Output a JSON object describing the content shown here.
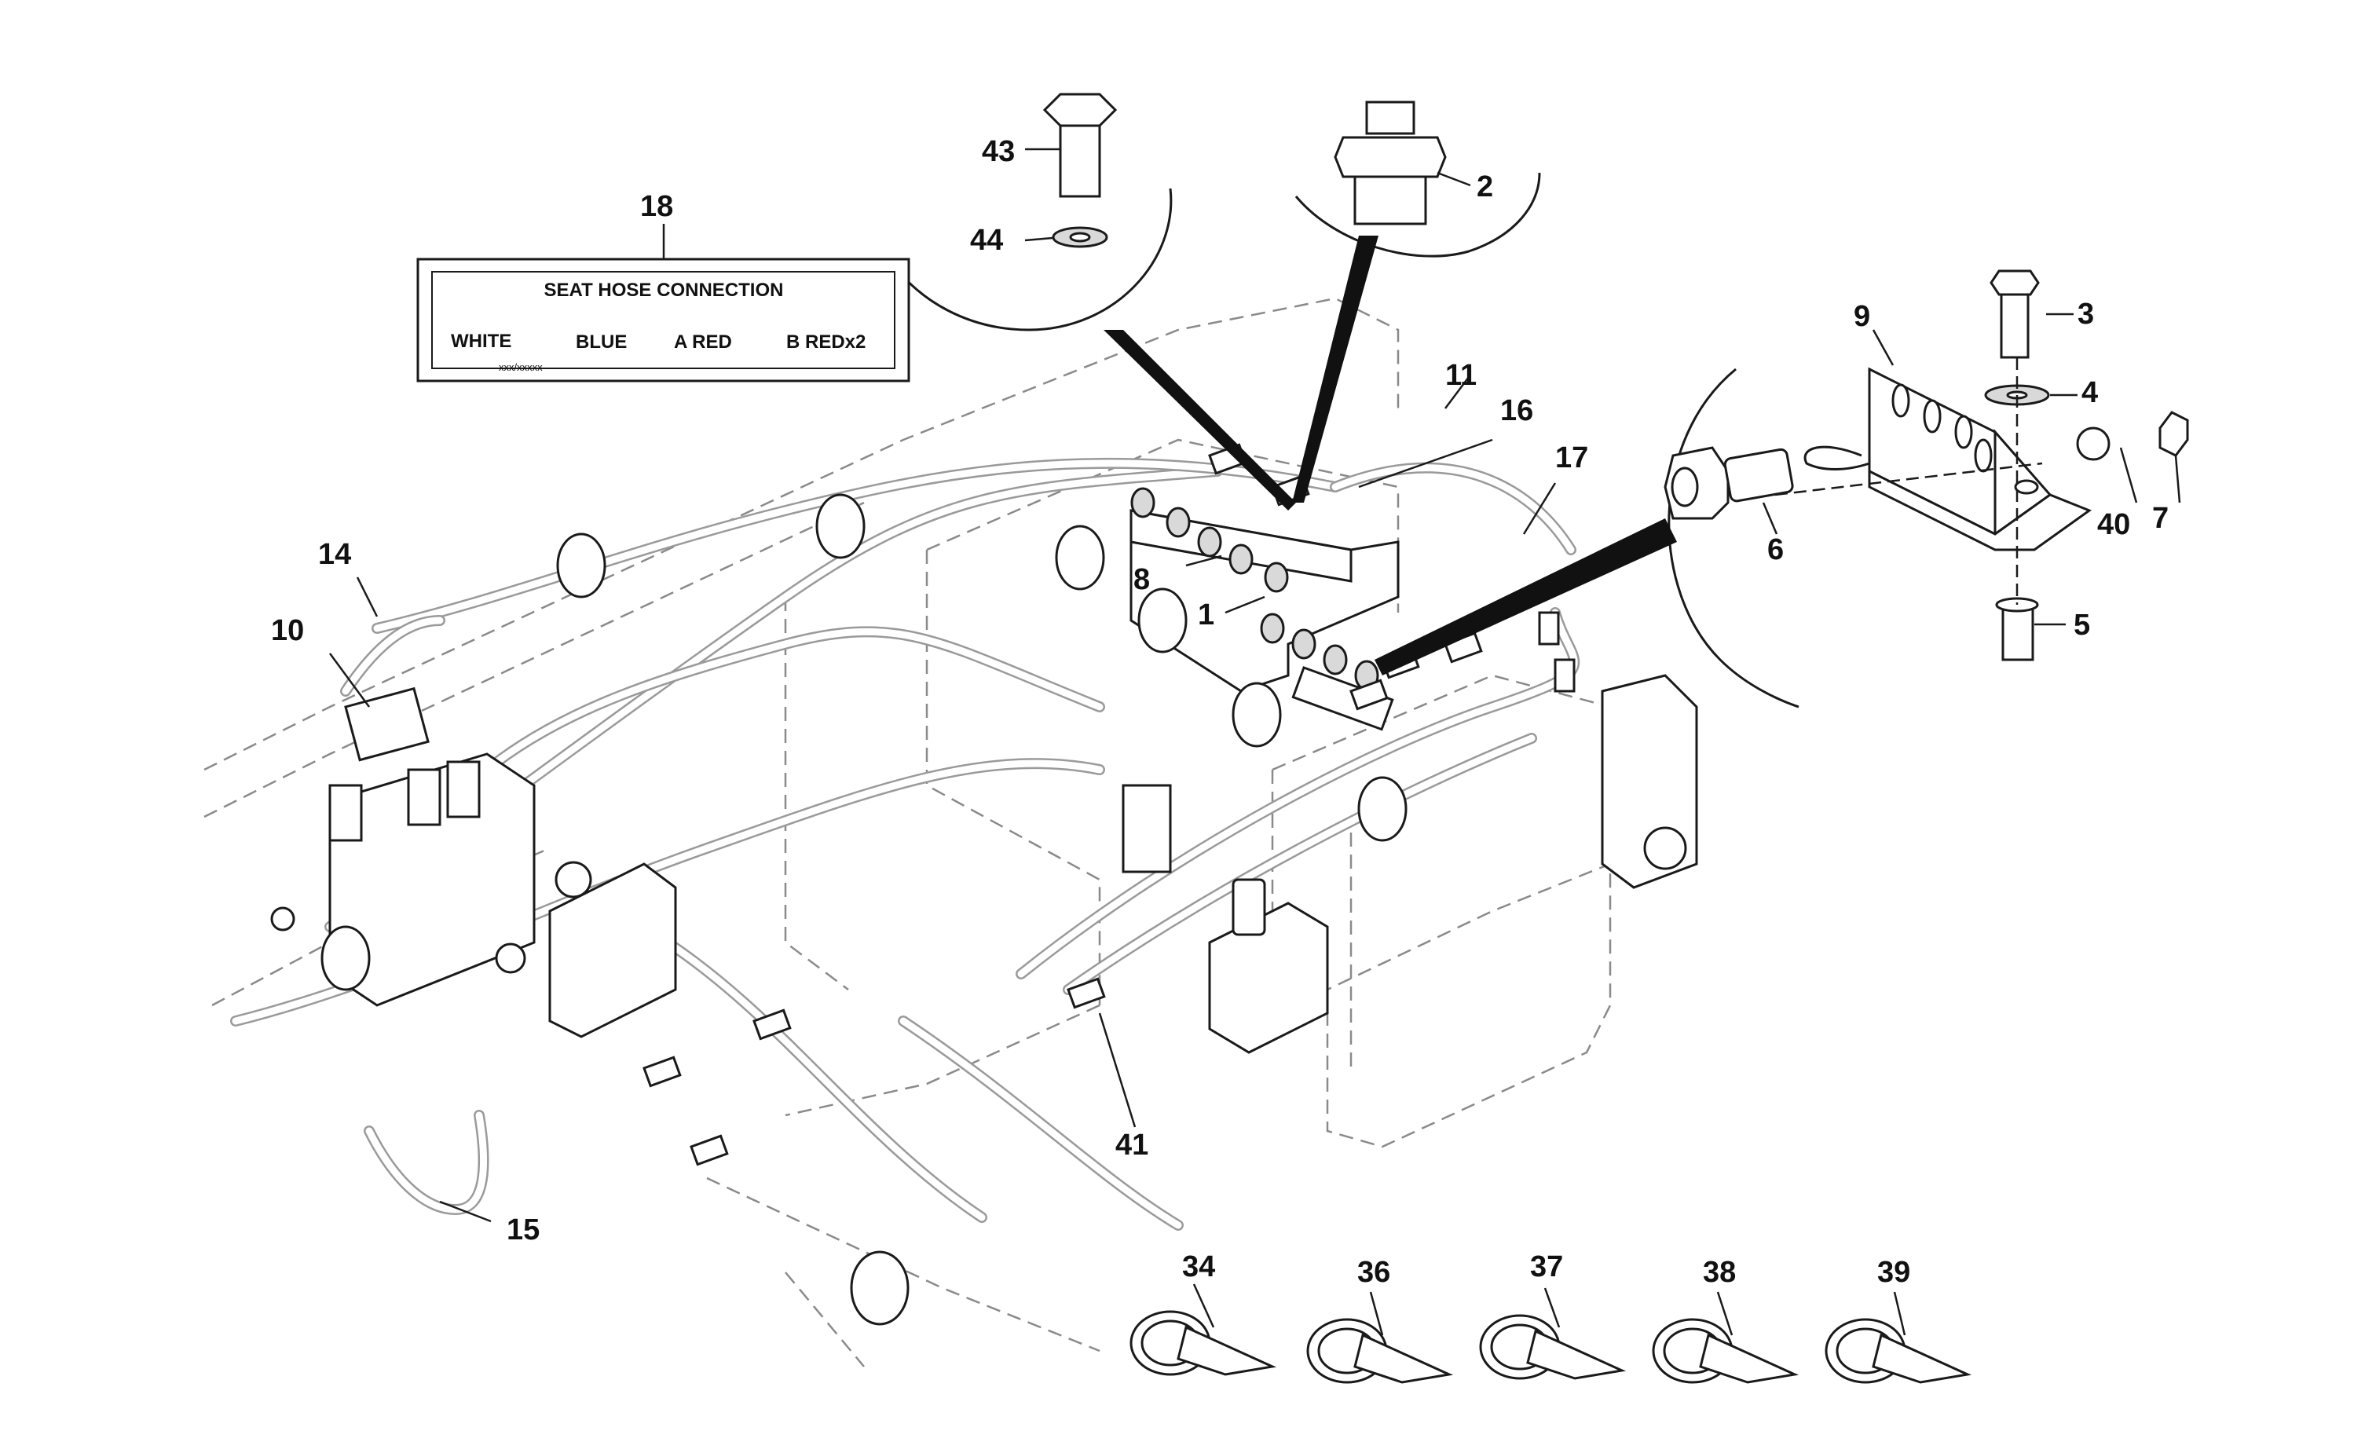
{
  "decal": {
    "title": "SEAT HOSE CONNECTION",
    "items": [
      "WHITE",
      "BLUE",
      "A RED",
      "B REDx2"
    ],
    "code": "xxx/xxxxx"
  },
  "callouts": {
    "c1": "1",
    "c2": "2",
    "c3": "3",
    "c4": "4",
    "c5": "5",
    "c6": "6",
    "c7": "7",
    "c8": "8",
    "c9": "9",
    "c10": "10",
    "c11": "11",
    "c14": "14",
    "c15": "15",
    "c16": "16",
    "c17": "17",
    "c18": "18",
    "c34": "34",
    "c36": "36",
    "c37": "37",
    "c38": "38",
    "c39": "39",
    "c40": "40",
    "c41": "41",
    "c43": "43",
    "c44": "44"
  },
  "colors": {
    "line": "#1a1a1a",
    "hose": "#9a9a9a",
    "frame": "#8a8a8a"
  }
}
